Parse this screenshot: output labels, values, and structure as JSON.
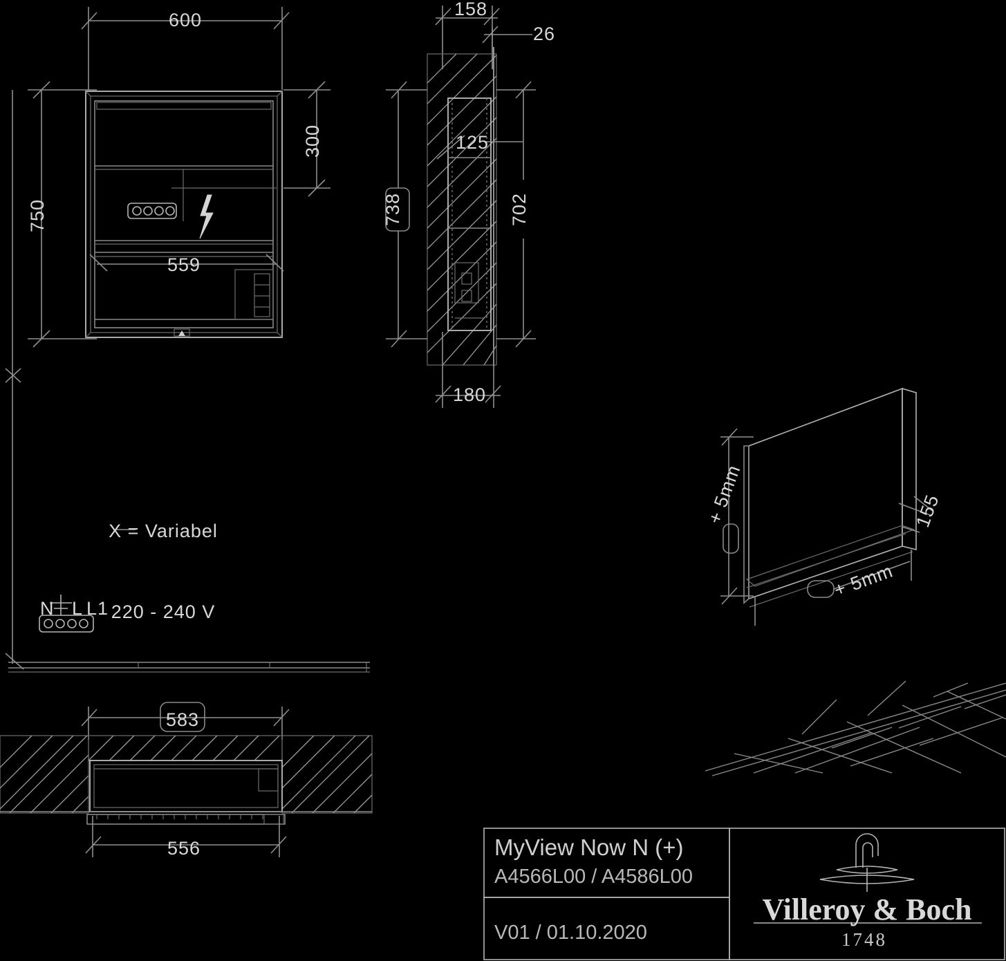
{
  "drawing": {
    "type": "technical-dimension-drawing",
    "units": "mm",
    "product": "mirror cabinet / illuminated mirror"
  },
  "front_view": {
    "name": "front-elevation",
    "dim_width_top": "600",
    "dim_height_left": "750",
    "dim_right_upper": "300",
    "dim_inner_width": "559",
    "symbols": {
      "socket": "socket-outlet-symbol",
      "lightning": "lightning-bolt-symbol"
    }
  },
  "side_view": {
    "name": "side-section",
    "dim_top_left": "158",
    "dim_top_right": "26",
    "dim_inner": "125",
    "dim_right_height": "702",
    "dim_left_boxed": "738",
    "dim_bottom": "180"
  },
  "iso_view": {
    "name": "isometric-view",
    "label_left_tolerance": "+ 5mm",
    "label_bottom_tolerance": "+ 5mm",
    "dim_depth": "155"
  },
  "plan_section": {
    "name": "plan-section-bottom-left",
    "dim_top_boxed": "583",
    "dim_bottom": "556"
  },
  "notes": {
    "variable": "X = Variabel",
    "voltage": "220 - 240 V",
    "terminal_n": "N",
    "terminal_l": "L",
    "terminal_l1": "L1",
    "x_marker": "X"
  },
  "title_block": {
    "product_name": "MyView Now  N (+)",
    "article_numbers": "A4566L00 / A4586L00",
    "version_date": "V01 / 01.10.2020"
  },
  "logo_block": {
    "brand": "Villeroy & Boch",
    "year": "1748",
    "icon": "fountain-icon"
  },
  "colors": {
    "background": "#000000",
    "line": "#8a8a8a",
    "text": "#d8d8d8"
  }
}
